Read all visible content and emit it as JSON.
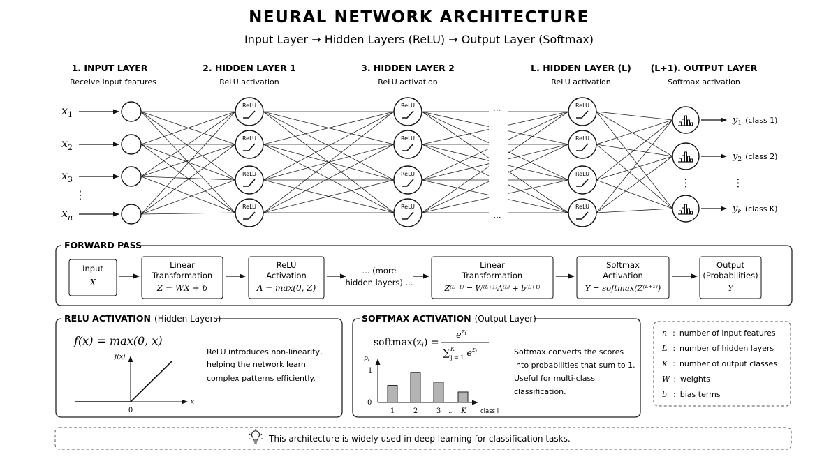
{
  "header": {
    "title": "NEURAL NETWORK ARCHITECTURE",
    "subtitle": "Input Layer → Hidden Layers (ReLU) → Output Layer (Softmax)"
  },
  "layers": [
    {
      "title": "1. INPUT LAYER",
      "sub": "Receive input features"
    },
    {
      "title": "2. HIDDEN LAYER 1",
      "sub": "ReLU activation"
    },
    {
      "title": "3. HIDDEN LAYER 2",
      "sub": "ReLU activation"
    },
    {
      "title": "L. HIDDEN LAYER (L)",
      "sub": "ReLU activation"
    },
    {
      "title": "(L+1). OUTPUT LAYER",
      "sub": "Softmax activation"
    }
  ],
  "inputs": [
    {
      "base": "x",
      "sub": "1"
    },
    {
      "base": "x",
      "sub": "2"
    },
    {
      "base": "x",
      "sub": "3"
    },
    {
      "base": "x",
      "sub": "n"
    }
  ],
  "relu_label": "ReLU",
  "vdots": "⋮",
  "hdots": "···",
  "outputs": [
    {
      "base": "y",
      "sub": "1",
      "cls": "(class 1)"
    },
    {
      "base": "y",
      "sub": "2",
      "cls": "(class 2)"
    },
    {
      "base": "y",
      "sub": "k",
      "cls": "(class K)"
    }
  ],
  "forward_pass": {
    "title": "FORWARD PASS",
    "boxes": [
      {
        "l1": "Input",
        "l2": "",
        "math": "X"
      },
      {
        "l1": "Linear",
        "l2": "Transformation",
        "math": "Z = WX + b"
      },
      {
        "l1": "ReLU",
        "l2": "Activation",
        "math": "A = max(0, Z)"
      },
      {
        "l1": "Linear",
        "l2": "Transformation",
        "math": "Z⁽ᴸ⁺¹⁾ = W⁽ᴸ⁺¹⁾A⁽ᴸ⁾ + b⁽ᴸ⁺¹⁾"
      },
      {
        "l1": "Softmax",
        "l2": "Activation",
        "math": "Y = softmax(Z⁽ᴸ⁺¹⁾)"
      },
      {
        "l1": "Output",
        "l2": "(Probabilities)",
        "math": "Y"
      }
    ],
    "more_1": "... (more",
    "more_2": "hidden layers) ..."
  },
  "relu_panel": {
    "title": "RELU ACTIVATION",
    "title_sub": "(Hidden Layers)",
    "formula": "f(x) = max(0, x)",
    "ylabel": "f(x)",
    "xlabel": "x",
    "origin": "0",
    "text": [
      "ReLU introduces non-linearity,",
      "helping the network learn",
      "complex patterns efficiently."
    ]
  },
  "softmax_panel": {
    "title": "SOFTMAX ACTIVATION",
    "title_sub": "(Output Layer)",
    "formula_lhs": "softmax(z",
    "formula_lhs_sub": "i",
    "formula_eq": ") =",
    "num": "e",
    "num_sup": "z",
    "num_sup_sub": "i",
    "den": "∑",
    "den_rest": "e",
    "den_sup": "z",
    "den_sup_sub": "j",
    "den_lim_top": "K",
    "den_lim_bot": "j = 1",
    "ylabel": "p",
    "ylabel_sub": "i",
    "y_one": "1",
    "y_zero": "0",
    "xticks": [
      "1",
      "2",
      "3",
      "...",
      "K"
    ],
    "xlabel": "class i",
    "bar_values": [
      0.52,
      0.92,
      0.62,
      0.32
    ],
    "text": [
      "Softmax converts the scores",
      "into probabilities that sum to 1.",
      "Useful for multi-class",
      "classification."
    ]
  },
  "legend": [
    {
      "sym": "n",
      "desc": "number of input features"
    },
    {
      "sym": "L",
      "desc": "number of hidden layers"
    },
    {
      "sym": "K",
      "desc": "number of output classes"
    },
    {
      "sym": "W",
      "desc": "weights"
    },
    {
      "sym": "b",
      "desc": "bias terms"
    }
  ],
  "footer": {
    "text": "This architecture is widely used in deep learning for classification tasks."
  }
}
